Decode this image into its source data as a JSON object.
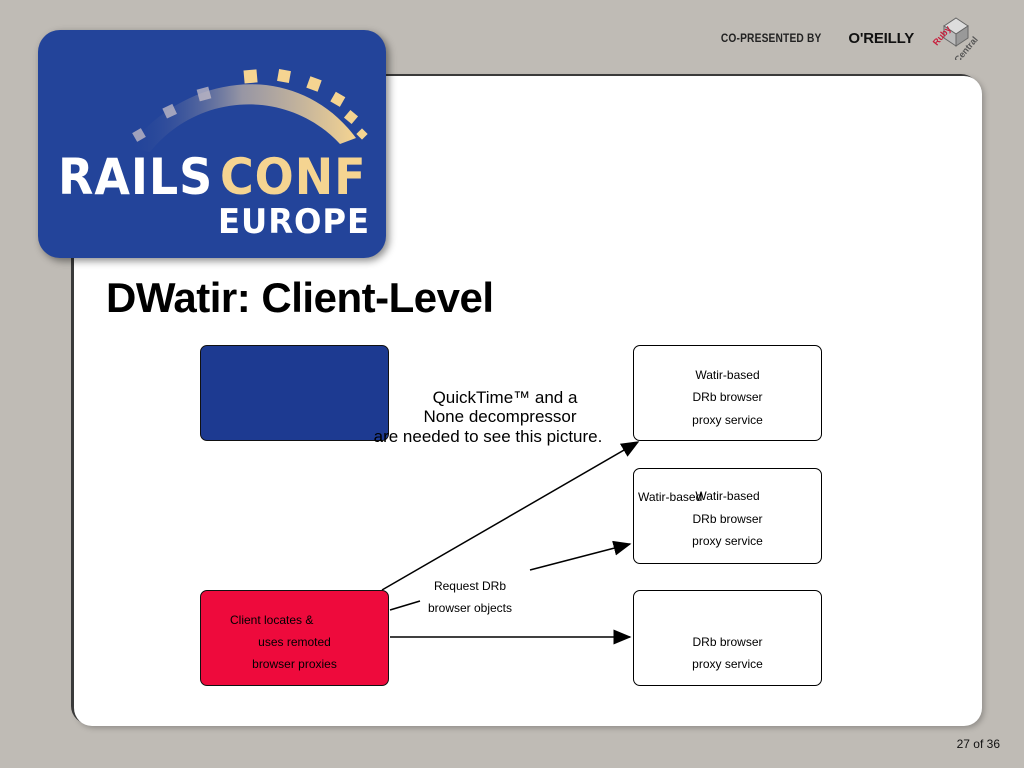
{
  "header": {
    "copresented_label": "CO-PRESENTED BY",
    "oreilly_label": "O'REILLY",
    "rubycentral_label": "Ruby Central"
  },
  "logo": {
    "rails": "RAILS",
    "conf": "CONF",
    "europe": "EUROPE"
  },
  "slide": {
    "title": "DWatir: Client-Level"
  },
  "diagram": {
    "quicktime_message": [
      "QuickTime™ and a",
      "None decompressor",
      "are needed to see this picture."
    ],
    "client_box": [
      "Client locates &",
      "uses remoted",
      "browser proxies"
    ],
    "proxy_box_1": [
      "Watir-based",
      "DRb browser",
      "proxy service"
    ],
    "proxy_box_2": [
      "Watir-based",
      "DRb browser",
      "proxy service"
    ],
    "proxy_box_3": [
      "DRb browser",
      "proxy service"
    ],
    "overlap_label": "Watir-based",
    "request_label": [
      "Request DRb",
      "browser objects"
    ]
  },
  "footer": {
    "page_indicator": "27 of 36"
  },
  "colors": {
    "background": "#bfbbb5",
    "logo_blue": "#23449a",
    "logo_gold": "#f5d491",
    "client_red": "#ee0a3c",
    "placeholder_blue": "#1d3a91"
  }
}
